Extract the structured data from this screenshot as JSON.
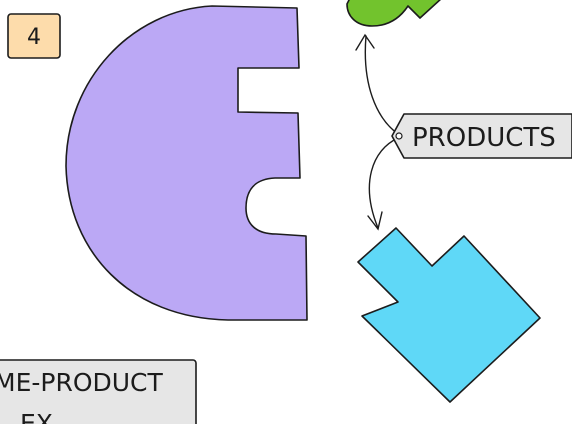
{
  "step": {
    "number": "4",
    "fill": "#fddcab"
  },
  "tag": {
    "label": "PRODUCTS",
    "fill": "#e6e6e6"
  },
  "note": {
    "line1": "ME-PRODUCT",
    "line2": "EX",
    "fill": "#e6e6e6"
  },
  "shapes": {
    "purple": "#bba8f5",
    "green": "#72c32d",
    "cyan": "#5fd8f7"
  },
  "outline": "#1c1c1c"
}
